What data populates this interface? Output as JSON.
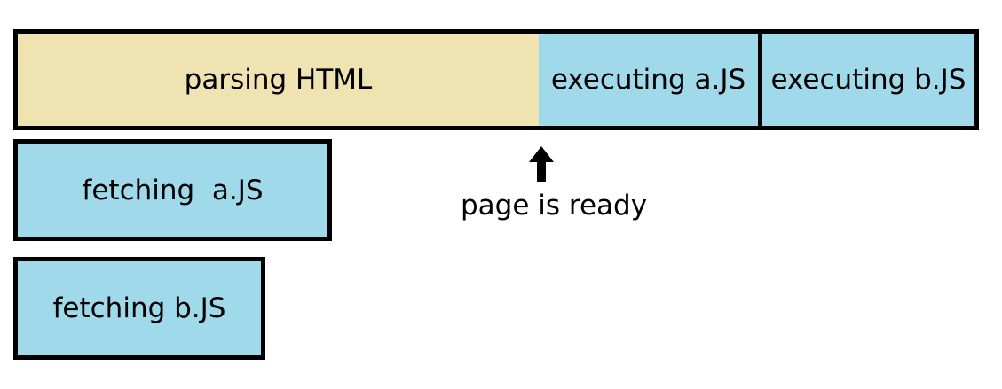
{
  "colors": {
    "parse_fill": "#efe3b2",
    "js_fill": "#9fd9ea",
    "border": "#000000"
  },
  "timeline": {
    "parse": "parsing HTML",
    "exec_a": "executing a.JS",
    "exec_b": "executing b.JS"
  },
  "fetch": {
    "a": "fetching  a.JS",
    "b": "fetching b.JS"
  },
  "marker": {
    "icon": "up-arrow-icon",
    "label": "page is ready"
  }
}
